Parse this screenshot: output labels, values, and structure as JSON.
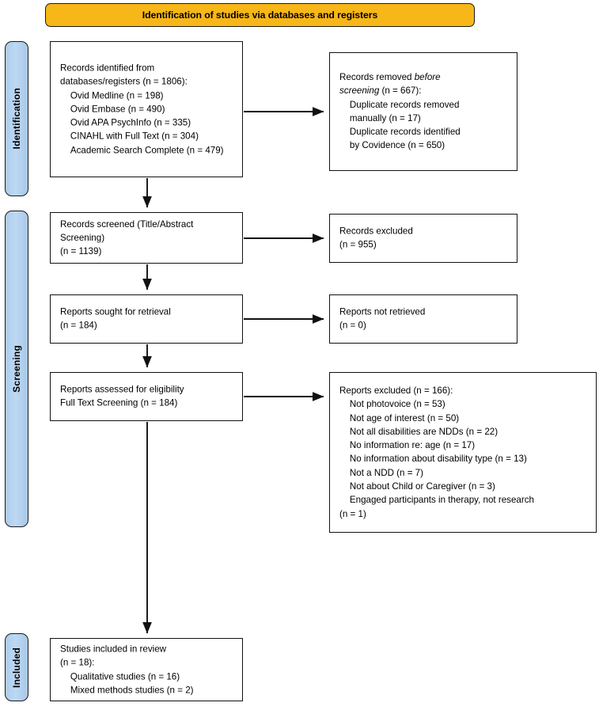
{
  "diagram": {
    "type": "prisma-flow-diagram",
    "banner": {
      "label": "Identification of studies via databases and registers",
      "color": "#F7B719"
    },
    "stage_tabs": [
      {
        "key": "identification",
        "label": "Identification",
        "color": "#ADCDEC"
      },
      {
        "key": "screening",
        "label": "Screening",
        "color": "#ADCDEC"
      },
      {
        "key": "included",
        "label": "Included",
        "color": "#ADCDEC"
      }
    ],
    "boxes": {
      "identified": {
        "text": "Records identified from\ndatabases/registers (n = 1806):\n    Ovid Medline (n = 198)\n    Ovid Embase (n = 490)\n    Ovid APA PsychInfo (n = 335)\n    CINAHL with Full Text (n = 304)\n    Academic Search Complete (n = 479)"
      },
      "removed_before_screening": {
        "line1_pre": "Records removed ",
        "line1_em": "before",
        "line2_em": "screening",
        "line2_post": " (n = 667):",
        "rest": "    Duplicate records removed\n    manually (n = 17)\n    Duplicate records identified\n    by Covidence (n = 650)"
      },
      "records_screened": {
        "text": "Records screened (Title/Abstract\nScreening)\n(n = 1139)"
      },
      "records_excluded": {
        "text": "Records excluded\n(n = 955)"
      },
      "reports_sought": {
        "text": "Reports sought for retrieval\n(n = 184)"
      },
      "reports_not_retrieved": {
        "text": "Reports not retrieved\n(n = 0)"
      },
      "reports_assessed": {
        "text": "Reports assessed for eligibility\nFull Text Screening (n = 184)"
      },
      "reports_excluded": {
        "text": "Reports excluded (n = 166):\n    Not photovoice (n = 53)\n    Not age of interest (n = 50)\n    Not all disabilities are NDDs (n = 22)\n    No information re: age (n = 17)\n    No information about disability type (n = 13)\n    Not a NDD (n = 7)\n    Not about Child or Caregiver (n = 3)\n    Engaged participants in therapy, not research\n(n = 1)"
      },
      "studies_included": {
        "text": "Studies included in review\n(n = 18):\n    Qualitative studies (n = 16)\n    Mixed methods studies (n = 2)"
      }
    },
    "chart_data": {
      "type": "flow",
      "title": "Identification of studies via databases and registers",
      "nodes": [
        {
          "id": "identified",
          "stage": "Identification",
          "label": "Records identified from databases/registers",
          "n": 1806,
          "breakdown": [
            {
              "label": "Ovid Medline",
              "n": 198
            },
            {
              "label": "Ovid Embase",
              "n": 490
            },
            {
              "label": "Ovid APA PsychInfo",
              "n": 335
            },
            {
              "label": "CINAHL with Full Text",
              "n": 304
            },
            {
              "label": "Academic Search Complete",
              "n": 479
            }
          ]
        },
        {
          "id": "removed_before_screening",
          "stage": "Identification",
          "label": "Records removed before screening",
          "n": 667,
          "breakdown": [
            {
              "label": "Duplicate records removed manually",
              "n": 17
            },
            {
              "label": "Duplicate records identified by Covidence",
              "n": 650
            }
          ]
        },
        {
          "id": "records_screened",
          "stage": "Screening",
          "label": "Records screened (Title/Abstract Screening)",
          "n": 1139,
          "breakdown": []
        },
        {
          "id": "records_excluded",
          "stage": "Screening",
          "label": "Records excluded",
          "n": 955,
          "breakdown": []
        },
        {
          "id": "reports_sought",
          "stage": "Screening",
          "label": "Reports sought for retrieval",
          "n": 184,
          "breakdown": []
        },
        {
          "id": "reports_not_retrieved",
          "stage": "Screening",
          "label": "Reports not retrieved",
          "n": 0,
          "breakdown": []
        },
        {
          "id": "reports_assessed",
          "stage": "Screening",
          "label": "Reports assessed for eligibility / Full Text Screening",
          "n": 184,
          "breakdown": []
        },
        {
          "id": "reports_excluded",
          "stage": "Screening",
          "label": "Reports excluded",
          "n": 166,
          "breakdown": [
            {
              "label": "Not photovoice",
              "n": 53
            },
            {
              "label": "Not age of interest",
              "n": 50
            },
            {
              "label": "Not all disabilities are NDDs",
              "n": 22
            },
            {
              "label": "No information re: age",
              "n": 17
            },
            {
              "label": "No information about disability type",
              "n": 13
            },
            {
              "label": "Not a NDD",
              "n": 7
            },
            {
              "label": "Not about Child or Caregiver",
              "n": 3
            },
            {
              "label": "Engaged participants in therapy, not research",
              "n": 1
            }
          ]
        },
        {
          "id": "studies_included",
          "stage": "Included",
          "label": "Studies included in review",
          "n": 18,
          "breakdown": [
            {
              "label": "Qualitative studies",
              "n": 16
            },
            {
              "label": "Mixed methods studies",
              "n": 2
            }
          ]
        }
      ],
      "edges": [
        {
          "from": "identified",
          "to": "removed_before_screening",
          "direction": "right"
        },
        {
          "from": "identified",
          "to": "records_screened",
          "direction": "down"
        },
        {
          "from": "records_screened",
          "to": "records_excluded",
          "direction": "right"
        },
        {
          "from": "records_screened",
          "to": "reports_sought",
          "direction": "down"
        },
        {
          "from": "reports_sought",
          "to": "reports_not_retrieved",
          "direction": "right"
        },
        {
          "from": "reports_sought",
          "to": "reports_assessed",
          "direction": "down"
        },
        {
          "from": "reports_assessed",
          "to": "reports_excluded",
          "direction": "right"
        },
        {
          "from": "reports_assessed",
          "to": "studies_included",
          "direction": "down"
        }
      ]
    }
  }
}
